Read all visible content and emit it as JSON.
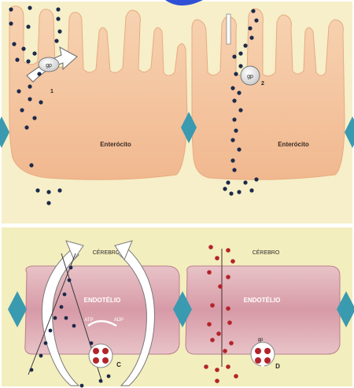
{
  "panels": {
    "top": {
      "left_cell_label": "Enterócito",
      "right_cell_label": "Enterócito",
      "left_transporter": {
        "label": "gp",
        "marker": "1"
      },
      "right_transporter": {
        "label": "gp",
        "marker": "2"
      }
    },
    "bottom": {
      "left_brain_label": "CÉREBRO",
      "right_brain_label": "CÉREBRO",
      "left_endo_label": "ENDOTÉLIO",
      "right_endo_label": "ENDOTÉLIO",
      "atp_label": "ATP",
      "adp_label": "ADP",
      "left_marker": "C",
      "right_marker": "D",
      "right_transporter_label": "gp"
    }
  },
  "colors": {
    "top_background": "#f6efc9",
    "bottom_background": "#f3eebd",
    "enterocyte_fill": "#f4c7a0",
    "endothelium_fill": "#d9a4b0",
    "tight_junction": "#3a9ab0",
    "drug_dot_top": "#1c2a4a",
    "drug_dot_bottom_left": "#1c2a4a",
    "drug_dot_bottom_right": "#b3232a"
  }
}
